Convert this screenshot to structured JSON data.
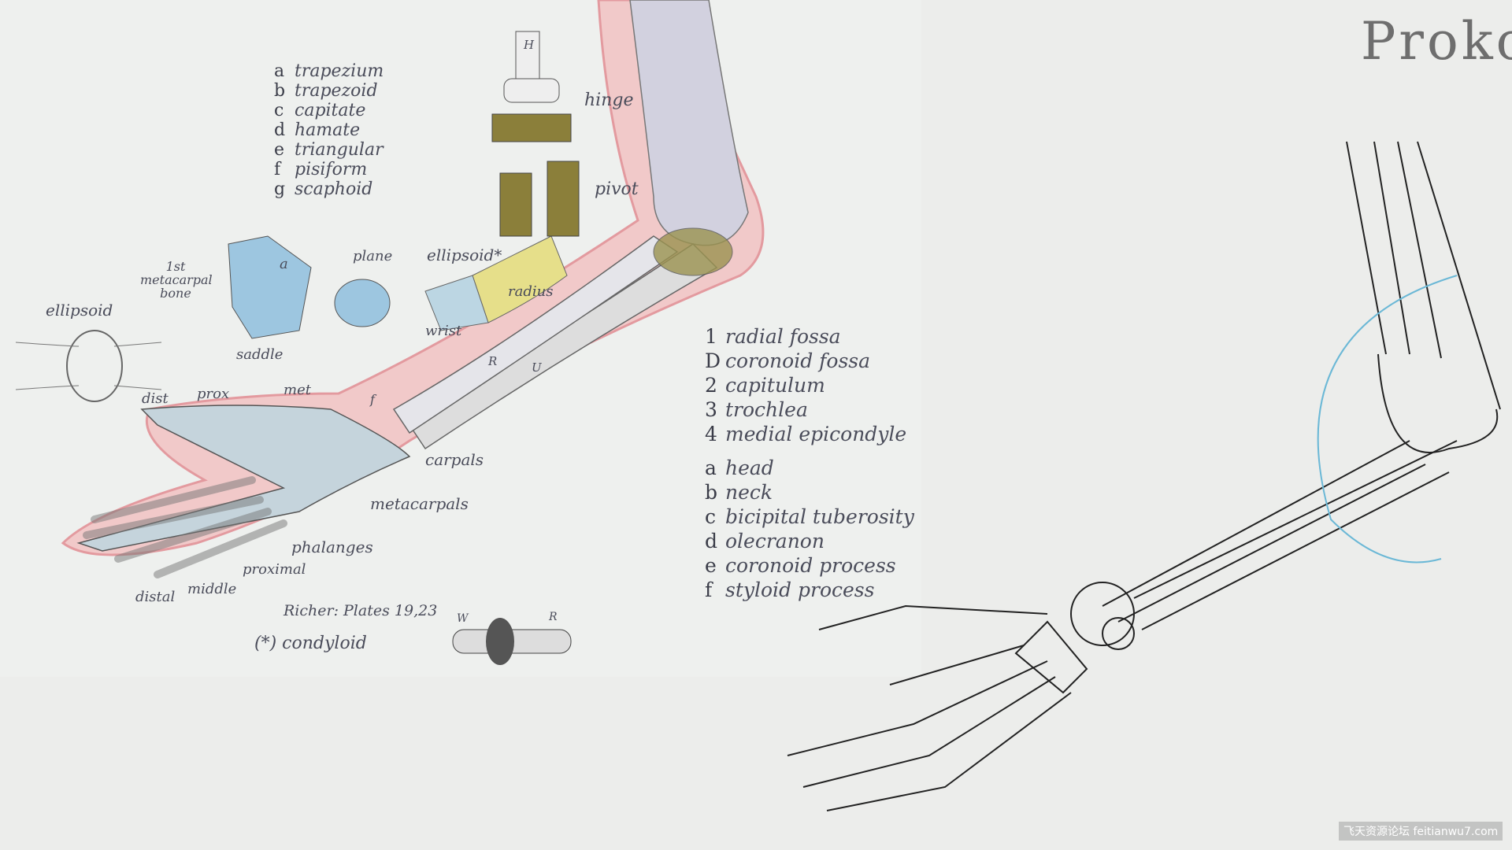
{
  "logo": "Proko",
  "carpal_legend": [
    {
      "key": "a",
      "label": "trapezium"
    },
    {
      "key": "b",
      "label": "trapezoid"
    },
    {
      "key": "c",
      "label": "capitate"
    },
    {
      "key": "d",
      "label": "hamate"
    },
    {
      "key": "e",
      "label": "triangular"
    },
    {
      "key": "f",
      "label": "pisiform"
    },
    {
      "key": "g",
      "label": "scaphoid"
    }
  ],
  "elbow_legend_numbers": [
    {
      "key": "1",
      "label": "radial fossa"
    },
    {
      "key": "D",
      "label": "coronoid fossa"
    },
    {
      "key": "2",
      "label": "capitulum"
    },
    {
      "key": "3",
      "label": "trochlea"
    },
    {
      "key": "4",
      "label": "medial epicondyle"
    }
  ],
  "elbow_legend_letters": [
    {
      "key": "a",
      "label": "head"
    },
    {
      "key": "b",
      "label": "neck"
    },
    {
      "key": "c",
      "label": "bicipital tuberosity"
    },
    {
      "key": "d",
      "label": "olecranon"
    },
    {
      "key": "e",
      "label": "coronoid process"
    },
    {
      "key": "f",
      "label": "styloid process"
    }
  ],
  "labels": {
    "hinge": "hinge",
    "pivot": "pivot",
    "ellipsoid_star": "ellipsoid*",
    "plane": "plane",
    "first_metacarpal": "1st metacarpal bone",
    "a": "a",
    "saddle": "saddle",
    "ellipsoid": "ellipsoid",
    "wrist": "wrist",
    "radius": "radius",
    "R": "R",
    "U": "U",
    "H": "H",
    "dist": "dist",
    "prox": "prox",
    "met": "met",
    "f": "f",
    "carpals": "carpals",
    "metacarpals": "metacarpals",
    "phalanges": "phalanges",
    "proximal": "proximal",
    "distal": "distal",
    "middle": "middle",
    "reference": "Richer: Plates 19,23",
    "condyloid": "(*) condyloid",
    "W": "W",
    "R2": "R"
  },
  "watermark": "飞天资源论坛 feitianwu7.com"
}
